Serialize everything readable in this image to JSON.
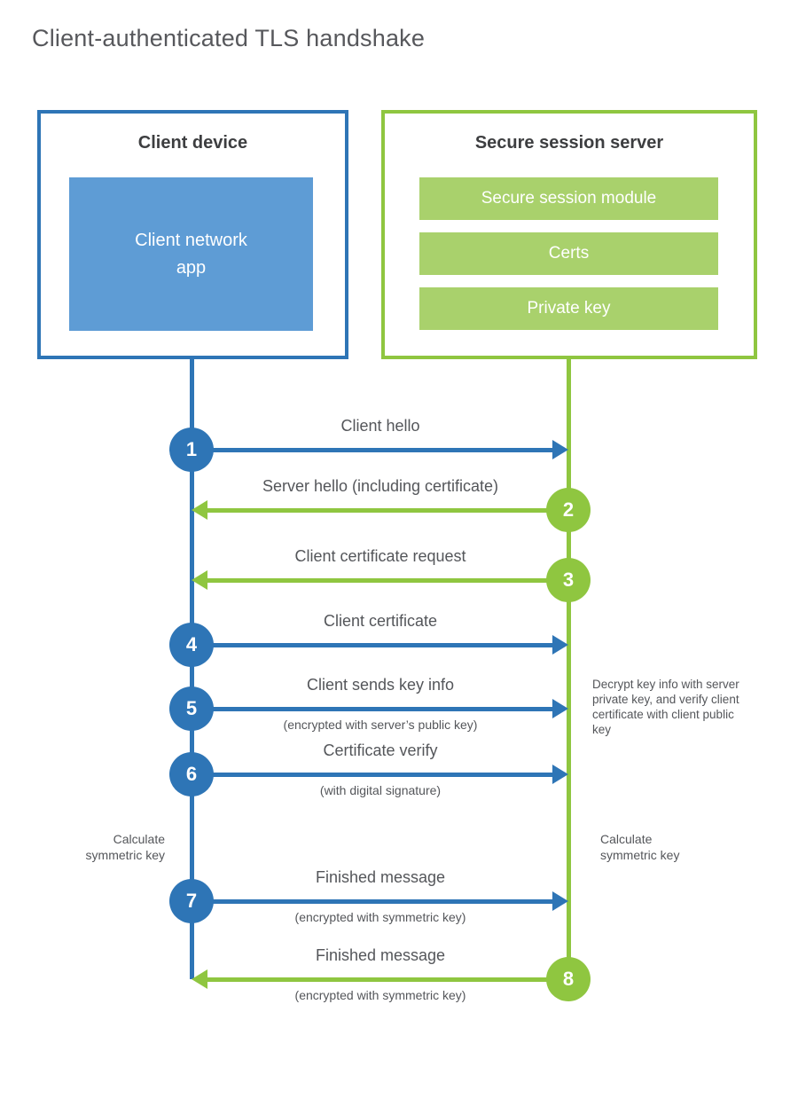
{
  "title": "Client-authenticated TLS handshake",
  "client": {
    "title": "Client device",
    "app_label": "Client network app"
  },
  "server": {
    "title": "Secure session server",
    "modules": [
      "Secure session module",
      "Certs",
      "Private key"
    ]
  },
  "steps": [
    {
      "num": "1",
      "label": "Client hello",
      "from": "client",
      "to": "server"
    },
    {
      "num": "2",
      "label": "Server hello (including certificate)",
      "from": "server",
      "to": "client"
    },
    {
      "num": "3",
      "label": "Client certificate request",
      "from": "server",
      "to": "client"
    },
    {
      "num": "4",
      "label": "Client certificate",
      "from": "client",
      "to": "server"
    },
    {
      "num": "5",
      "label": "Client sends key info",
      "sublabel": "(encrypted with server’s public key)",
      "from": "client",
      "to": "server"
    },
    {
      "num": "6",
      "label": "Certificate verify",
      "sublabel": "(with digital signature)",
      "from": "client",
      "to": "server"
    },
    {
      "num": "7",
      "label": "Finished message",
      "sublabel": "(encrypted with symmetric key)",
      "from": "client",
      "to": "server"
    },
    {
      "num": "8",
      "label": "Finished message",
      "sublabel": "(encrypted with symmetric key)",
      "from": "server",
      "to": "client"
    }
  ],
  "annotations": {
    "decrypt_note": "Decrypt key info with server private key, and verify client certificate with client public key",
    "calc_left": "Calculate symmetric key",
    "calc_right": "Calculate symmetric key"
  },
  "colors": {
    "client_blue": "#2e75b6",
    "client_blue_light": "#5e9cd5",
    "server_green": "#8fc640",
    "server_green_light": "#a9d16c",
    "text_gray": "#54565a"
  }
}
